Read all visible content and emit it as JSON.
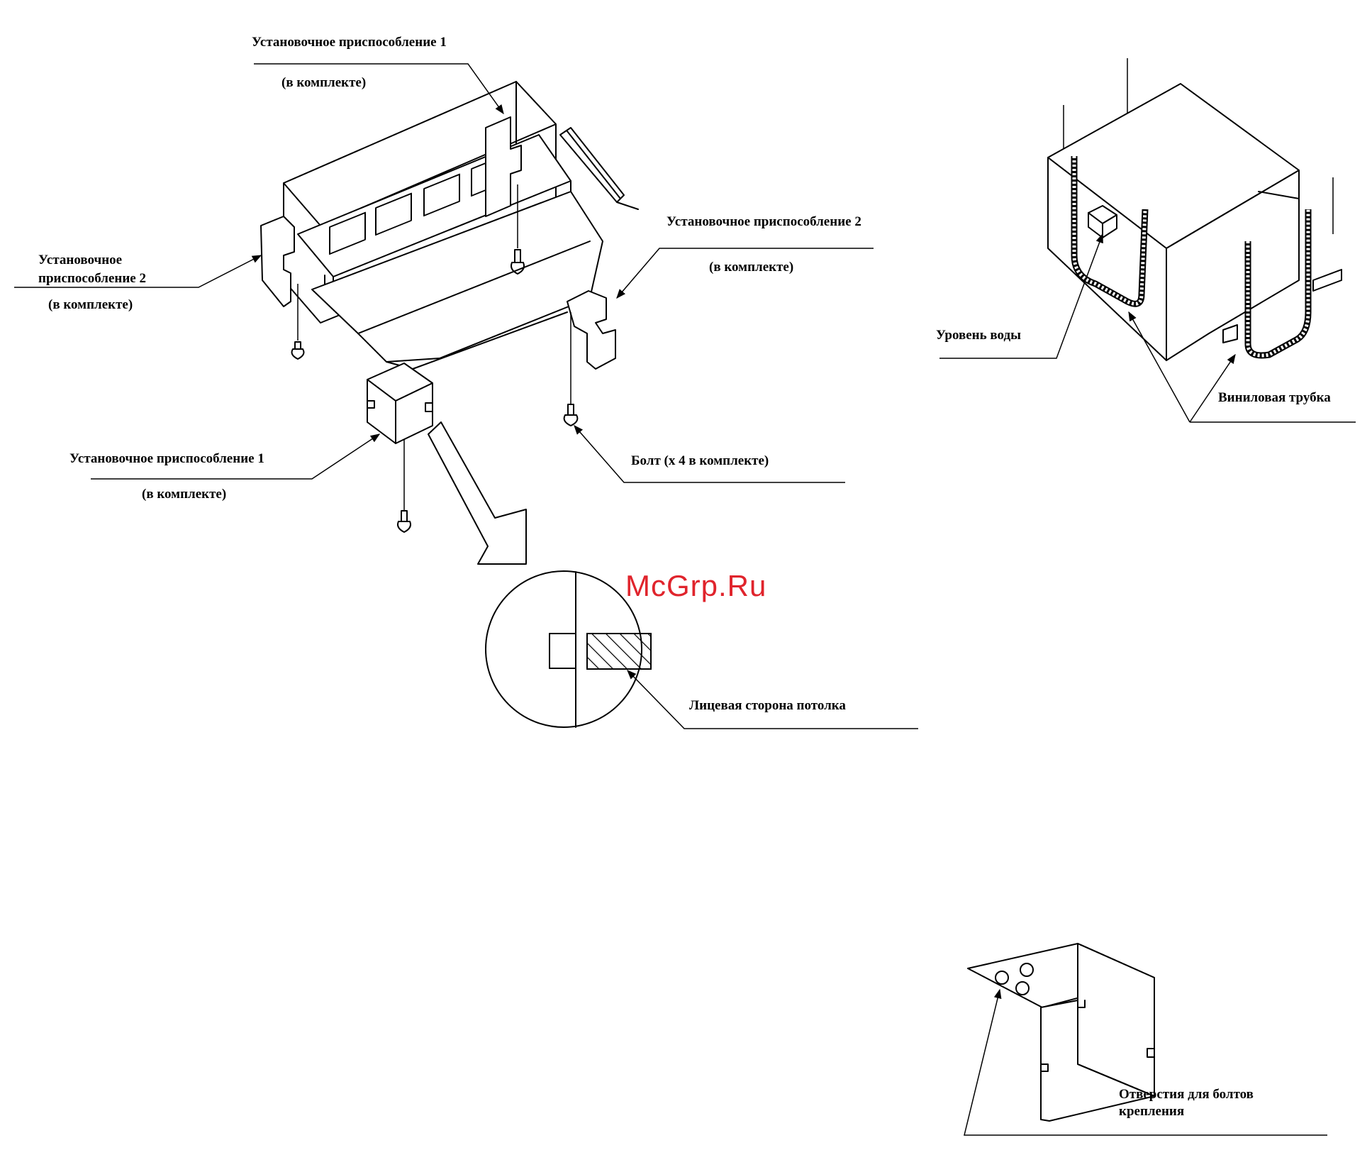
{
  "labels": {
    "fixture1_top": "Установочное приспособление 1",
    "fixture1_top_sub": "(в комплекте)",
    "fixture2_right": "Установочное приспособление 2",
    "fixture2_right_sub": "(в комплекте)",
    "fixture2_left_line1": "Установочное",
    "fixture2_left_line2": "приспособление 2",
    "fixture2_left_sub": "(в комплекте)",
    "fixture1_bottom": "Установочное приспособление 1",
    "fixture1_bottom_sub": "(в комплекте)",
    "bolt": "Болт (x 4 в комплекте)",
    "ceiling_face": "Лицевая сторона потолка",
    "water_level": "Уровень воды",
    "vinyl_tube": "Виниловая трубка",
    "bolt_holes_line1": "Отверстия для болтов",
    "bolt_holes_line2": "крепления"
  },
  "watermark": "McGrp.Ru",
  "colors": {
    "ink": "#000000",
    "watermark": "#e0242c",
    "background": "#ffffff"
  }
}
